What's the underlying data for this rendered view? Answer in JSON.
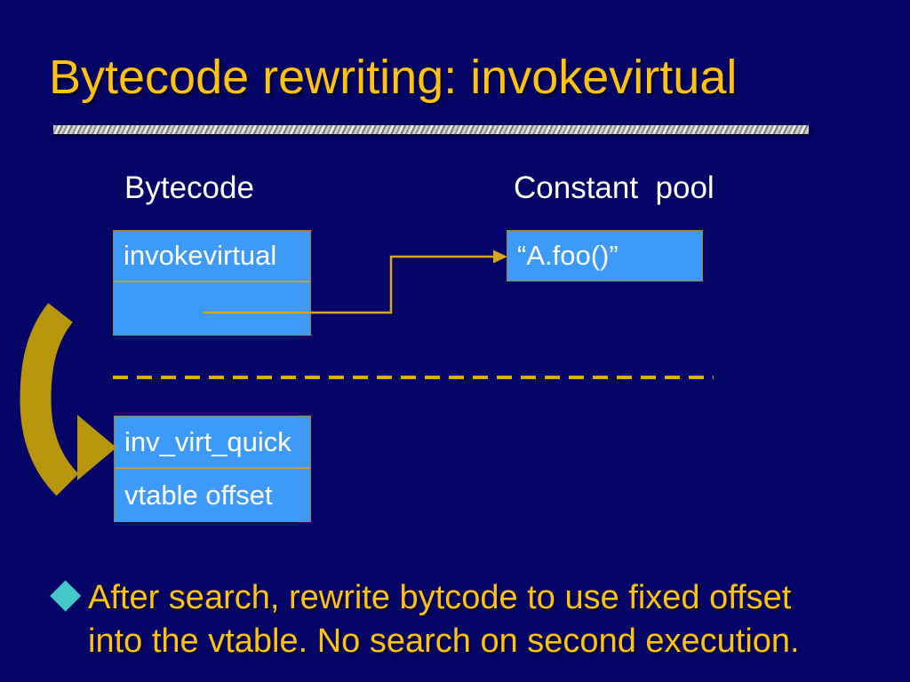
{
  "slide": {
    "title": "Bytecode rewriting: invokevirtual",
    "left_column_label": "Bytecode",
    "right_column_label": "Constant  pool",
    "bytecode_box": {
      "opcode": "invokevirtual",
      "operand": ""
    },
    "constant_pool_box": {
      "value": "“A.foo()”"
    },
    "rewritten_box": {
      "opcode": "inv_virt_quick",
      "operand": "vtable offset"
    },
    "bullet_glyph": "◆",
    "bullet_text": {
      "line1": "After search, rewrite bytcode to use fixed offset",
      "line2": "into the vtable. No search on second execution."
    },
    "colors": {
      "background": "#050567",
      "title_text": "#FFC20E",
      "label_text": "#FFFFFF",
      "box_fill": "#3E9AF8",
      "box_border": "#9C8326",
      "cell_divider": "#C8A21E",
      "connector_arrow": "#D9A51D",
      "dashed_line": "#DFAC08",
      "curved_arrow": "#B8960C",
      "bullet_diamond": "#44C8C8",
      "body_text": "#FFC20E"
    }
  }
}
